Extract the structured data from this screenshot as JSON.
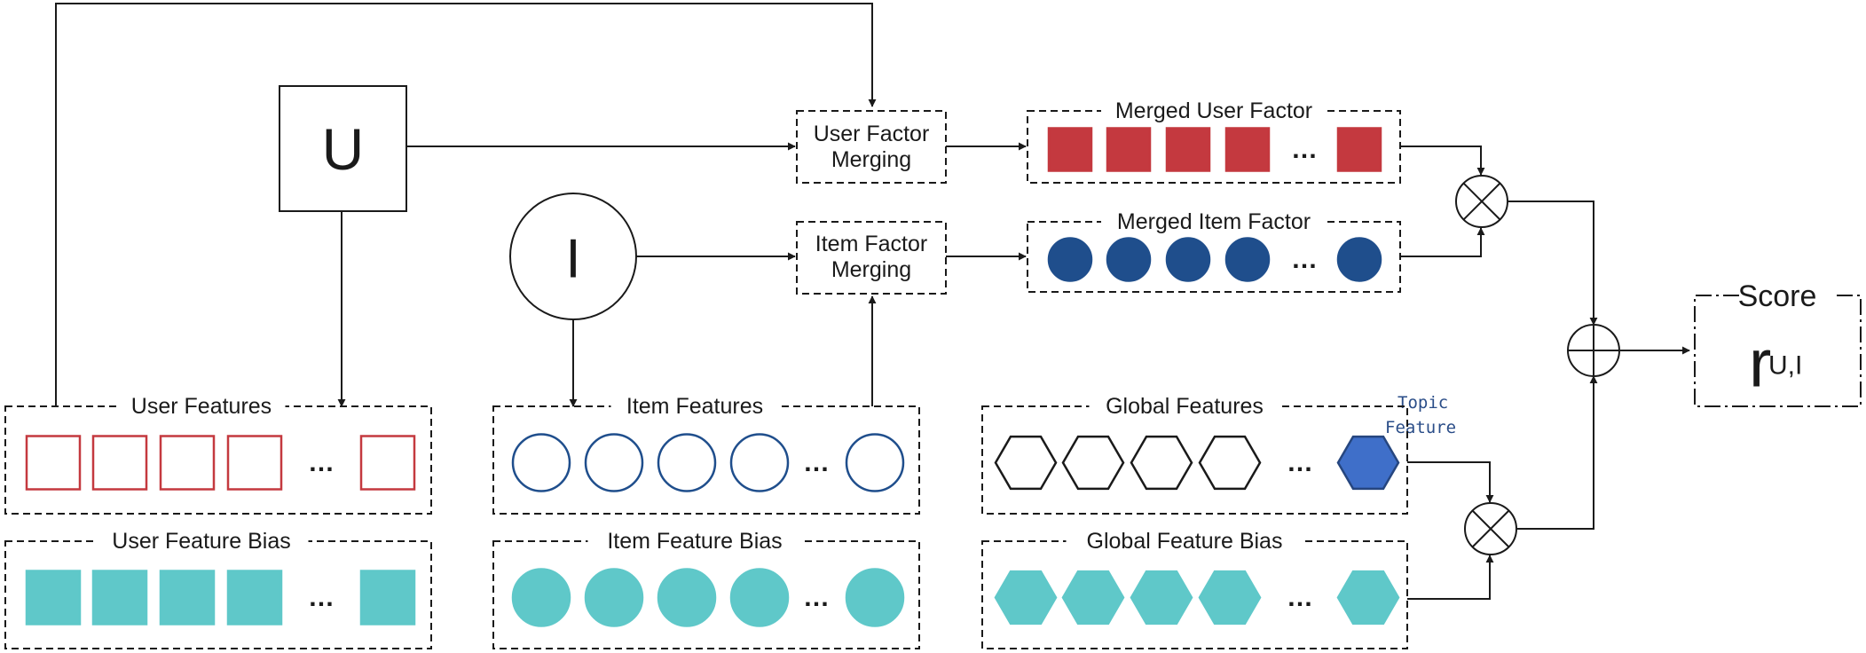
{
  "nodes": {
    "user": "U",
    "item": "I"
  },
  "merging": {
    "user": [
      "User Factor",
      "Merging"
    ],
    "item": [
      "Item Factor",
      "Merging"
    ]
  },
  "groups": {
    "merged_user_factor": "Merged User Factor",
    "merged_item_factor": "Merged Item Factor",
    "user_features": "User Features",
    "user_feature_bias": "User Feature Bias",
    "item_features": "Item Features",
    "item_feature_bias": "Item Feature Bias",
    "global_features": "Global Features",
    "global_feature_bias": "Global Feature Bias"
  },
  "topic_feature": [
    "Topic",
    "Feature"
  ],
  "score": {
    "label": "Score",
    "symbol": "r",
    "subscript": "U,I"
  },
  "ellipsis": "…",
  "colors": {
    "red": "#c4393f",
    "navy": "#1f4e8c",
    "teal": "#5fc8c9",
    "topic_fill": "#3f6fc9",
    "topic_text": "#2a4d88",
    "line": "#1a1a1a"
  }
}
